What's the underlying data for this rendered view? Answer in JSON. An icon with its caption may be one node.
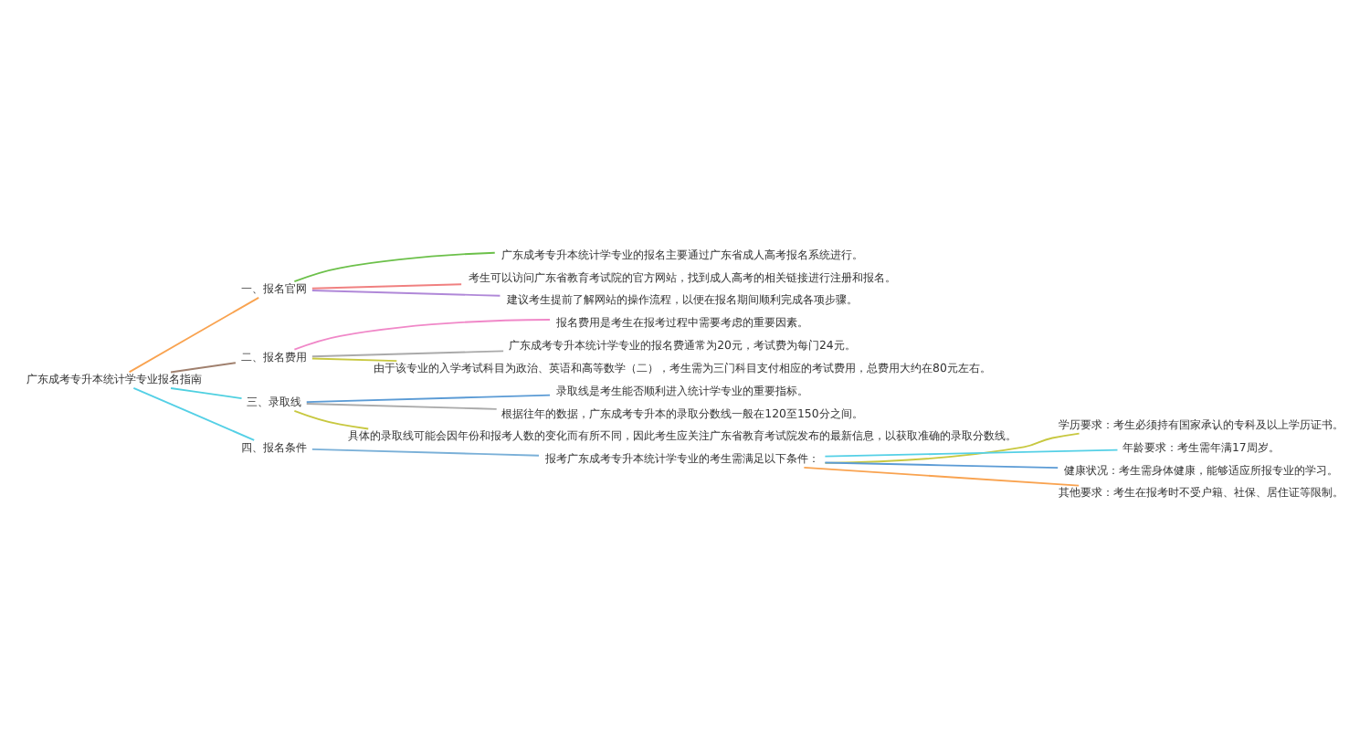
{
  "diagram": {
    "nodes": [
      {
        "text": [
          "广东成考专升本统计学专业报名指南"
        ]
      },
      {
        "text": [
          "一、报名官网"
        ]
      },
      {
        "text": [
          "广东成考专升本统计学专业的报名主要通过广东省成人高考报名系统进行。"
        ]
      },
      {
        "text": [
          "考生可以访问广东省教育考试院的官方网站，找到成人高考的相关链接进行注册和报名。"
        ]
      },
      {
        "text": [
          "建议考生提前了解网站的操作流程，以便在报名期间顺利完成各项步骤。"
        ]
      },
      {
        "text": [
          "二、报名费用"
        ]
      },
      {
        "text": [
          "报名费用是考生在报考过程中需要考虑的重要因素。"
        ]
      },
      {
        "text": [
          "广东成考专升本统计学专业的报名费通常为20元，考试费为每门24元。"
        ]
      },
      {
        "text": [
          "由于该专业的入学考试科目为政治、英语和高等数学（二），考生需为三门科目支付相应的考试费用，总费用大约在80元左右。"
        ]
      },
      {
        "text": [
          "三、录取线"
        ]
      },
      {
        "text": [
          "录取线是考生能否顺利进入统计学专业的重要指标。"
        ]
      },
      {
        "text": [
          "根据往年的数据，广东成考专升本的录取分数线一般在120至150分之间。"
        ]
      },
      {
        "text": [
          "具体的录取线可能会因年份和报考人数的变化而有所不同，因此考生应关注广东省教育考试院发布的最新信息，以获取准确的录取分数线。"
        ]
      },
      {
        "text": [
          "四、报名条件"
        ]
      },
      {
        "text": [
          "报考广东成考专升本统计学专业的考生需满足以下条件："
        ]
      },
      {
        "text": [
          "学历要求：考生必须持有国家承认的专科及以上学历证书。"
        ]
      },
      {
        "text": [
          "年龄要求：考生需年满17周岁。"
        ]
      },
      {
        "text": [
          "健康状况：考生需身体健康，能够适应所报专业的学习。"
        ]
      },
      {
        "text": [
          "其他要求：考生在报考时不受户籍、社保、居住证等限制。"
        ]
      }
    ],
    "edges": [
      {
        "from": 0,
        "to": 1,
        "arrow": "none",
        "color": "#f9a350"
      },
      {
        "from": 1,
        "to": 2,
        "arrow": "none",
        "color": "#6cc04a"
      },
      {
        "from": 1,
        "to": 3,
        "arrow": "none",
        "color": "#f08080"
      },
      {
        "from": 1,
        "to": 4,
        "arrow": "none",
        "color": "#b088d8"
      },
      {
        "from": 0,
        "to": 5,
        "arrow": "none",
        "color": "#a0806e"
      },
      {
        "from": 5,
        "to": 6,
        "arrow": "none",
        "color": "#f088c8"
      },
      {
        "from": 5,
        "to": 7,
        "arrow": "none",
        "color": "#aaaaaa"
      },
      {
        "from": 5,
        "to": 8,
        "arrow": "none",
        "color": "#c8c840"
      },
      {
        "from": 0,
        "to": 9,
        "arrow": "none",
        "color": "#4fd0e0"
      },
      {
        "from": 9,
        "to": 10,
        "arrow": "none",
        "color": "#5b9bd5"
      },
      {
        "from": 9,
        "to": 11,
        "arrow": "none",
        "color": "#aaaaaa"
      },
      {
        "from": 9,
        "to": 12,
        "arrow": "none",
        "color": "#c8c840"
      },
      {
        "from": 0,
        "to": 13,
        "arrow": "none",
        "color": "#55d0e6"
      },
      {
        "from": 13,
        "to": 14,
        "arrow": "none",
        "color": "#7ab0d8"
      },
      {
        "from": 14,
        "to": 15,
        "arrow": "none",
        "color": "#c8c840"
      },
      {
        "from": 14,
        "to": 16,
        "arrow": "none",
        "color": "#55d0e6"
      },
      {
        "from": 14,
        "to": 17,
        "arrow": "none",
        "color": "#5b9bd5"
      },
      {
        "from": 14,
        "to": 18,
        "arrow": "none",
        "color": "#f9a350"
      }
    ]
  }
}
